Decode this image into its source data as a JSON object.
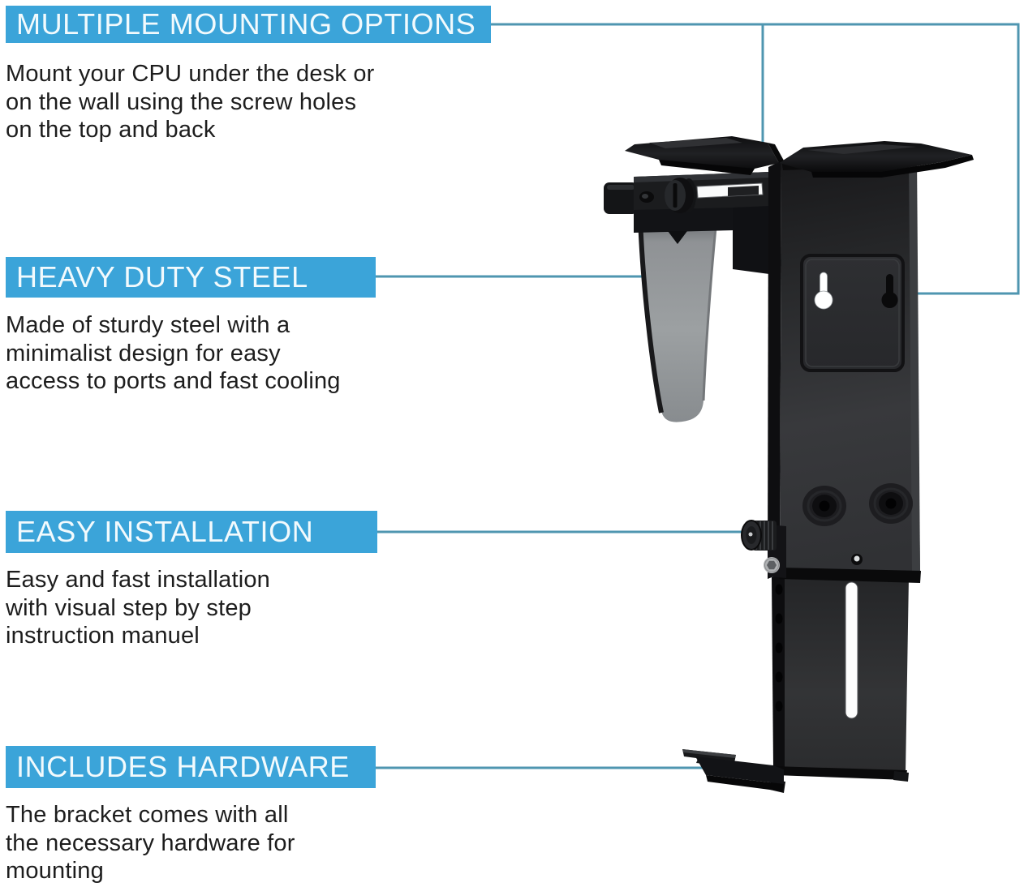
{
  "colors": {
    "background": "#ffffff",
    "accent": "#3ba4d9",
    "banner_text": "#f2fafd",
    "body_text": "#1d1d1d",
    "connector": "#4f96b0"
  },
  "features": [
    {
      "id": "multiple-mounting-options",
      "title": "MULTIPLE MOUNTING OPTIONS",
      "description": "Mount your CPU under the desk or\non the wall using the screw holes\non the top and back"
    },
    {
      "id": "heavy-duty-steel",
      "title": "HEAVY DUTY STEEL",
      "description": "Made of sturdy steel with a\nminimalist design for easy\naccess to ports and fast cooling"
    },
    {
      "id": "easy-installation",
      "title": "EASY INSTALLATION",
      "description": "Easy and fast installation\nwith visual step by step\ninstruction manuel"
    },
    {
      "id": "includes-hardware",
      "title": "INCLUDES HARDWARE",
      "description": "The bracket comes with all\nthe necessary hardware for\nmounting"
    }
  ],
  "product": {
    "alt": "Black steel under-desk / wall-mount CPU holder bracket",
    "finish_colors": {
      "steel_black": "#212225",
      "clamp_gray": "#97999c"
    }
  }
}
